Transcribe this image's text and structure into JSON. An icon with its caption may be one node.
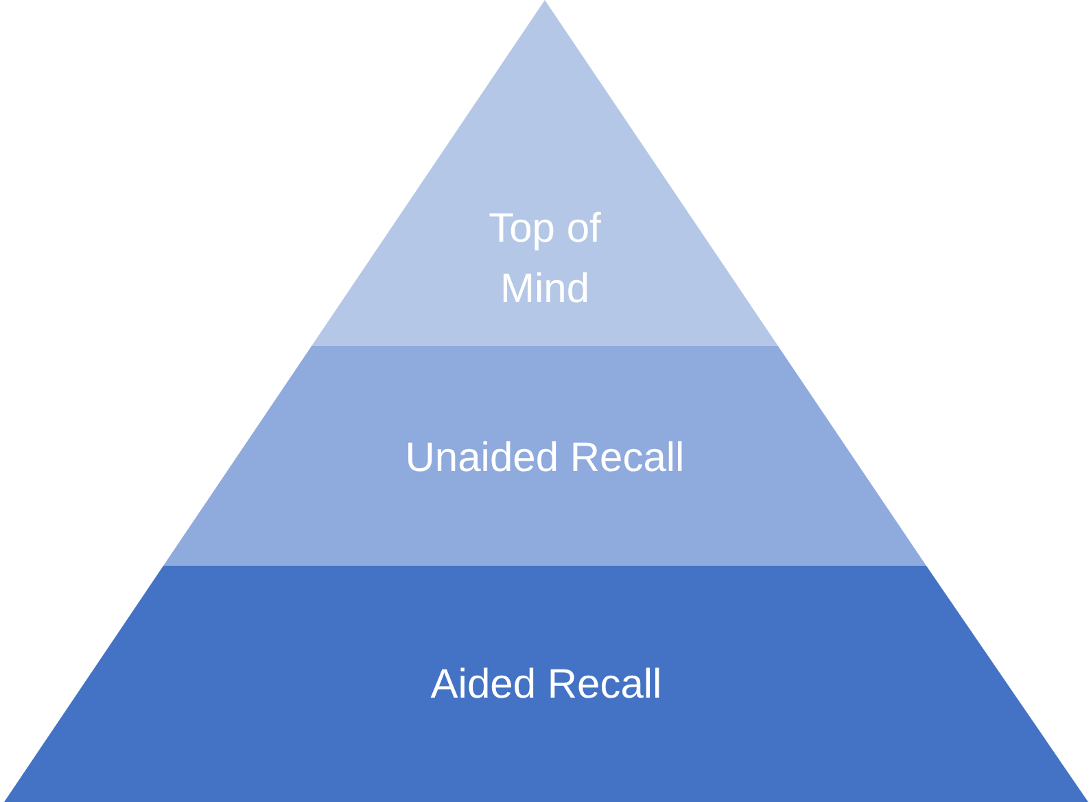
{
  "diagram": {
    "nodes": [
      {
        "text": [
          "Top of Mind"
        ]
      },
      {
        "text": [
          "Unaided Recall"
        ]
      },
      {
        "text": [
          "Aided Recall"
        ]
      }
    ]
  }
}
